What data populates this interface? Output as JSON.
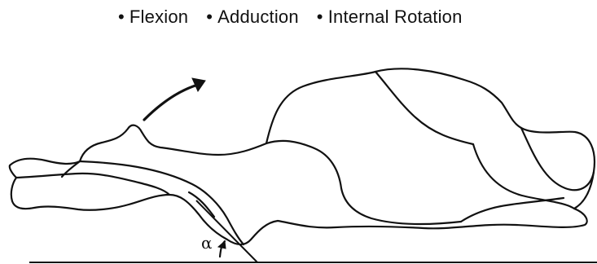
{
  "figure": {
    "labels": [
      {
        "bullet": "•",
        "text": "Flexion"
      },
      {
        "bullet": "•",
        "text": "Adduction"
      },
      {
        "bullet": "•",
        "text": "Internal Rotation"
      }
    ],
    "angle_symbol": "α",
    "line_color": "#111111"
  }
}
